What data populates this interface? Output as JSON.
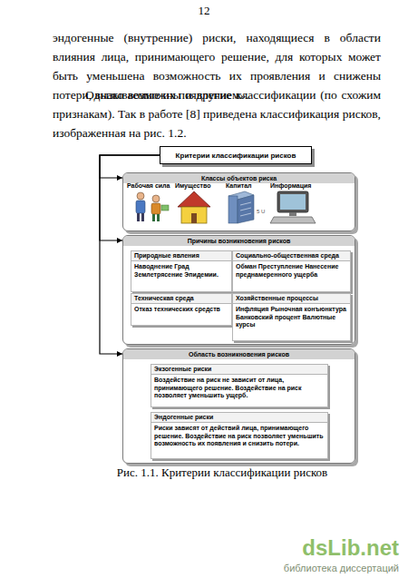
{
  "diagram": {
    "caption": "Рис. 1.1. Критерии классификации рисков",
    "nodes": [
      {
        "text": [
          "Критерии классификации рисков"
        ]
      },
      {
        "text": [
          "Классы объектов риска"
        ]
      },
      {
        "text": [
          "Причины возникновения рисков"
        ]
      },
      {
        "text": [
          "Природные явления",
          "Наводнение Град Землетрясение Эпидемии."
        ],
        "in": 2
      },
      {
        "text": [
          "Социально-общественная среда",
          "Обман Преступление Нанесение преднамеренного ущерба"
        ],
        "in": 2
      },
      {
        "text": [
          "Техническая среда",
          "Отказ технических средств"
        ],
        "in": 2
      },
      {
        "text": [
          "Хозяйственные процессы",
          "Инфляция Рыночная конъюнктура Банковский процент Валютные курсы"
        ],
        "in": 2
      },
      {
        "text": [
          "Область возникновения рисков"
        ]
      },
      {
        "text": [
          "Экзогенные риски",
          "Воздействие на риск не зависит от лица, принимающего решение. Воздействие на риск позволяет уменьшить ущерб."
        ],
        "in": 7
      },
      {
        "text": [
          "Эндогенные риски",
          "Риски зависят от действий лица, принимающего решение. Воздействие на риск позволяет уменьшить возможность их появления и снизить потери."
        ],
        "in": 7
      }
    ],
    "edges": [
      {
        "from": 0,
        "to": 1,
        "arrow": "to"
      },
      {
        "from": 0,
        "to": 2,
        "arrow": "to"
      },
      {
        "from": 0,
        "to": 7,
        "arrow": "to"
      }
    ],
    "labels": [
      "12",
      "эндогенные (внутренние) риски, находящиеся в области влияния лица, принимающего решение, для которых может быть уменьшена возможность их проявления и снижены потери, вызываемые их появлением».",
      "Однако возможны и другие классификации (по схожим признакам). Так в работе [8] приведена классификация рисков, изображенная на рис. 1.2.",
      "Рабочая сила",
      "Имущество",
      "Капитал",
      "Информация",
      "5 U",
      "dsLib.net",
      "библиотека диссертаций"
    ]
  }
}
